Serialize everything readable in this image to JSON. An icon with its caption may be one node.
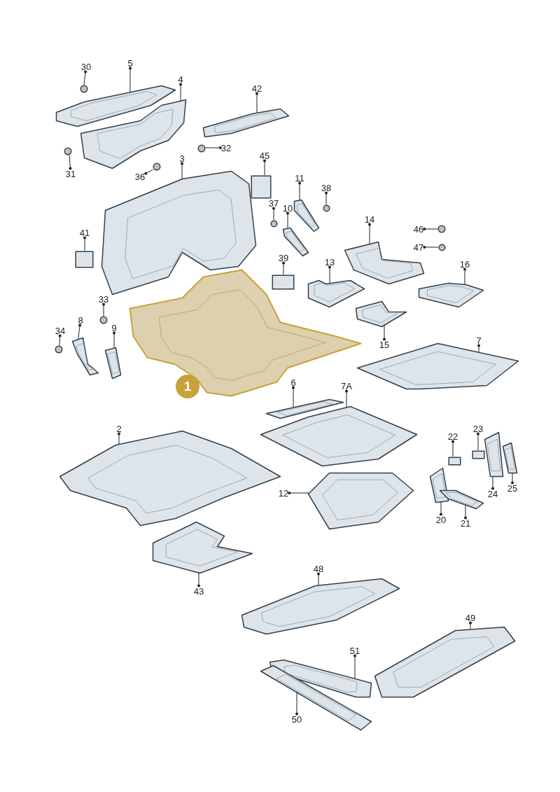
{
  "diagram": {
    "nodes": [
      {
        "text": [
          "30"
        ]
      },
      {
        "text": [
          "5"
        ]
      },
      {
        "text": [
          "4"
        ]
      },
      {
        "text": [
          "42"
        ]
      },
      {
        "text": [
          "31"
        ]
      },
      {
        "text": [
          "32"
        ]
      },
      {
        "text": [
          "36"
        ]
      },
      {
        "text": [
          "3"
        ]
      },
      {
        "text": [
          "45"
        ]
      },
      {
        "text": [
          "11"
        ]
      },
      {
        "text": [
          "38"
        ]
      },
      {
        "text": [
          "37"
        ]
      },
      {
        "text": [
          "10"
        ]
      },
      {
        "text": [
          "41"
        ]
      },
      {
        "text": [
          "14"
        ]
      },
      {
        "text": [
          "46"
        ]
      },
      {
        "text": [
          "47"
        ]
      },
      {
        "text": [
          "39"
        ]
      },
      {
        "text": [
          "13"
        ]
      },
      {
        "text": [
          "16"
        ]
      },
      {
        "text": [
          "33"
        ]
      },
      {
        "text": [
          "8"
        ]
      },
      {
        "text": [
          "34"
        ]
      },
      {
        "text": [
          "9"
        ]
      },
      {
        "text": [
          "15"
        ]
      },
      {
        "text": [
          "7"
        ]
      },
      {
        "text": [
          "1"
        ]
      },
      {
        "text": [
          "6"
        ]
      },
      {
        "text": [
          "7A"
        ]
      },
      {
        "text": [
          "2"
        ]
      },
      {
        "text": [
          "22"
        ]
      },
      {
        "text": [
          "23"
        ]
      },
      {
        "text": [
          "12"
        ]
      },
      {
        "text": [
          "24"
        ]
      },
      {
        "text": [
          "25"
        ]
      },
      {
        "text": [
          "20"
        ]
      },
      {
        "text": [
          "21"
        ]
      },
      {
        "text": [
          "43"
        ]
      },
      {
        "text": [
          "48"
        ]
      },
      {
        "text": [
          "49"
        ]
      },
      {
        "text": [
          "51"
        ]
      },
      {
        "text": [
          "50"
        ]
      },
      {
        "text": [],
        "shape": "picture"
      },
      {
        "text": [],
        "shape": "circle"
      },
      {
        "text": [],
        "shape": "picture"
      },
      {
        "text": [],
        "shape": "picture"
      },
      {
        "text": [],
        "shape": "circle"
      },
      {
        "text": [],
        "shape": "circle"
      },
      {
        "text": [],
        "shape": "circle"
      },
      {
        "text": [],
        "shape": "picture"
      },
      {
        "text": [],
        "shape": "box"
      },
      {
        "text": [],
        "shape": "picture"
      },
      {
        "text": [],
        "shape": "circle"
      },
      {
        "text": [],
        "shape": "circle"
      },
      {
        "text": [],
        "shape": "picture"
      },
      {
        "text": [],
        "shape": "box"
      },
      {
        "text": [],
        "shape": "picture"
      },
      {
        "text": [],
        "shape": "circle"
      },
      {
        "text": [],
        "shape": "circle"
      },
      {
        "text": [],
        "shape": "box"
      },
      {
        "text": [],
        "shape": "picture"
      },
      {
        "text": [],
        "shape": "picture"
      },
      {
        "text": [],
        "shape": "circle"
      },
      {
        "text": [],
        "shape": "picture"
      },
      {
        "text": [],
        "shape": "circle"
      },
      {
        "text": [],
        "shape": "picture"
      },
      {
        "text": [],
        "shape": "picture"
      },
      {
        "text": [],
        "shape": "picture"
      },
      {
        "text": [],
        "shape": "picture"
      },
      {
        "text": [],
        "shape": "picture"
      },
      {
        "text": [],
        "shape": "picture"
      },
      {
        "text": [],
        "shape": "picture"
      },
      {
        "text": [],
        "shape": "box"
      },
      {
        "text": [],
        "shape": "box"
      },
      {
        "text": [],
        "shape": "picture"
      },
      {
        "text": [],
        "shape": "picture"
      },
      {
        "text": [],
        "shape": "picture"
      },
      {
        "text": [],
        "shape": "picture"
      },
      {
        "text": [],
        "shape": "picture"
      },
      {
        "text": [],
        "shape": "picture"
      },
      {
        "text": [],
        "shape": "picture"
      },
      {
        "text": [],
        "shape": "picture"
      },
      {
        "text": [],
        "shape": "picture"
      },
      {
        "text": [],
        "shape": "picture"
      }
    ],
    "edges": [
      {
        "from": 0,
        "to": 43,
        "arrow": "other"
      },
      {
        "from": 1,
        "to": 42,
        "arrow": "other"
      },
      {
        "from": 2,
        "to": 44,
        "arrow": "other"
      },
      {
        "from": 3,
        "to": 45,
        "arrow": "other"
      },
      {
        "from": 4,
        "to": 46,
        "arrow": "other"
      },
      {
        "from": 5,
        "to": 47,
        "arrow": "other"
      },
      {
        "from": 6,
        "to": 48,
        "arrow": "other"
      },
      {
        "from": 7,
        "to": 49,
        "arrow": "other"
      },
      {
        "from": 8,
        "to": 50,
        "arrow": "other"
      },
      {
        "from": 9,
        "to": 51,
        "arrow": "other"
      },
      {
        "from": 10,
        "to": 52,
        "arrow": "other"
      },
      {
        "from": 11,
        "to": 53,
        "arrow": "other"
      },
      {
        "from": 12,
        "to": 54,
        "arrow": "other"
      },
      {
        "from": 13,
        "to": 55,
        "arrow": "other"
      },
      {
        "from": 14,
        "to": 56,
        "arrow": "other"
      },
      {
        "from": 15,
        "to": 57,
        "arrow": "other"
      },
      {
        "from": 16,
        "to": 58,
        "arrow": "other"
      },
      {
        "from": 17,
        "to": 59,
        "arrow": "other"
      },
      {
        "from": 18,
        "to": 60,
        "arrow": "other"
      },
      {
        "from": 19,
        "to": 61,
        "arrow": "other"
      },
      {
        "from": 20,
        "to": 62,
        "arrow": "other"
      },
      {
        "from": 21,
        "to": 63,
        "arrow": "other"
      },
      {
        "from": 22,
        "to": 64,
        "arrow": "other"
      },
      {
        "from": 23,
        "to": 65,
        "arrow": "other"
      },
      {
        "from": 24,
        "to": 66,
        "arrow": "other"
      },
      {
        "from": 25,
        "to": 67,
        "arrow": "other"
      },
      {
        "from": 27,
        "to": 69,
        "arrow": "other"
      },
      {
        "from": 28,
        "to": 70,
        "arrow": "other"
      },
      {
        "from": 29,
        "to": 71,
        "arrow": "other"
      },
      {
        "from": 30,
        "to": 72,
        "arrow": "other"
      },
      {
        "from": 31,
        "to": 73,
        "arrow": "other"
      },
      {
        "from": 32,
        "to": 74,
        "arrow": "other"
      },
      {
        "from": 33,
        "to": 75,
        "arrow": "other"
      },
      {
        "from": 34,
        "to": 76,
        "arrow": "other"
      },
      {
        "from": 35,
        "to": 77,
        "arrow": "other"
      },
      {
        "from": 36,
        "to": 78,
        "arrow": "other"
      },
      {
        "from": 37,
        "to": 79,
        "arrow": "other"
      },
      {
        "from": 38,
        "to": 80,
        "arrow": "other"
      },
      {
        "from": 39,
        "to": 81,
        "arrow": "other"
      },
      {
        "from": 40,
        "to": 82,
        "arrow": "other"
      },
      {
        "from": 41,
        "to": 83,
        "arrow": "other"
      }
    ]
  }
}
